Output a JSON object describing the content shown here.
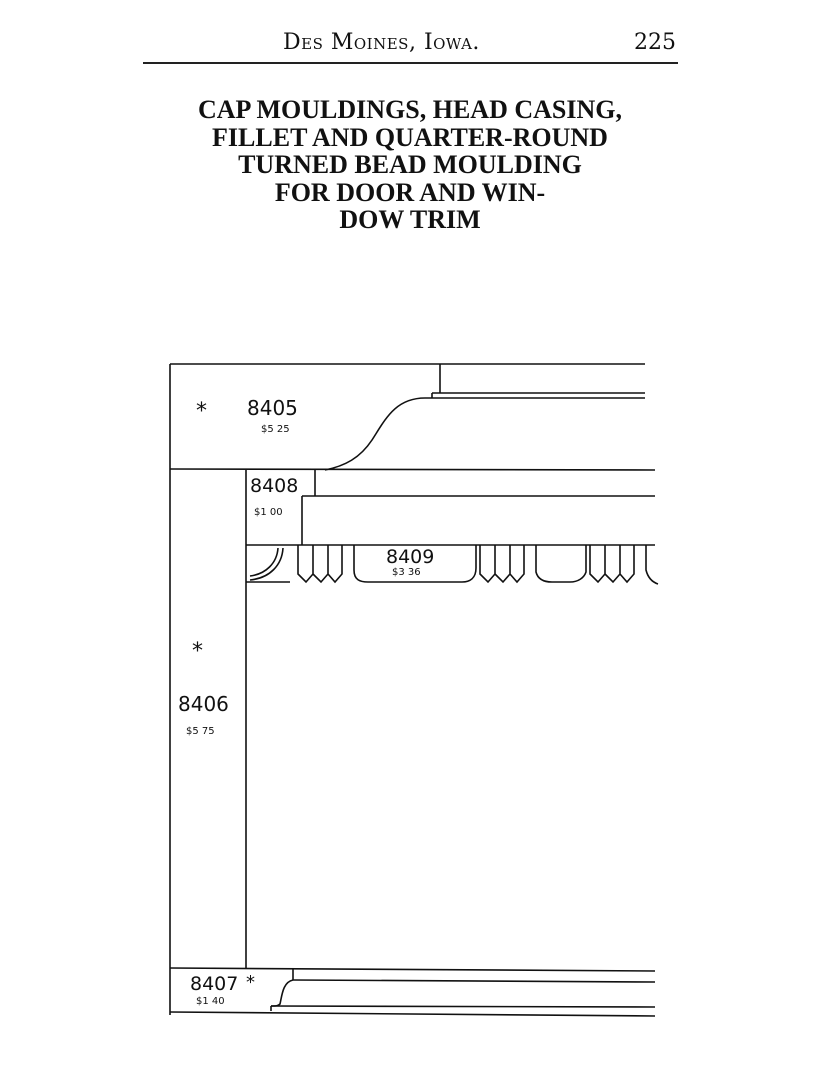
{
  "header": {
    "place": "Des Moines, Iowa.",
    "page_number": "225"
  },
  "title_lines": [
    "CAP MOULDINGS, HEAD CASING,",
    "FILLET AND QUARTER-ROUND",
    "TURNED BEAD MOULDING",
    "FOR DOOR AND WIN-",
    "DOW TRIM"
  ],
  "mouldings": [
    {
      "number": "8405",
      "price": "$5 25",
      "mark": "*"
    },
    {
      "number": "8408",
      "price": "$1 00"
    },
    {
      "number": "8409",
      "price": "$3 36"
    },
    {
      "number": "8406",
      "price": "$5 75",
      "mark": "*"
    },
    {
      "number": "8407",
      "price": "$1 40",
      "mark": "*"
    }
  ]
}
